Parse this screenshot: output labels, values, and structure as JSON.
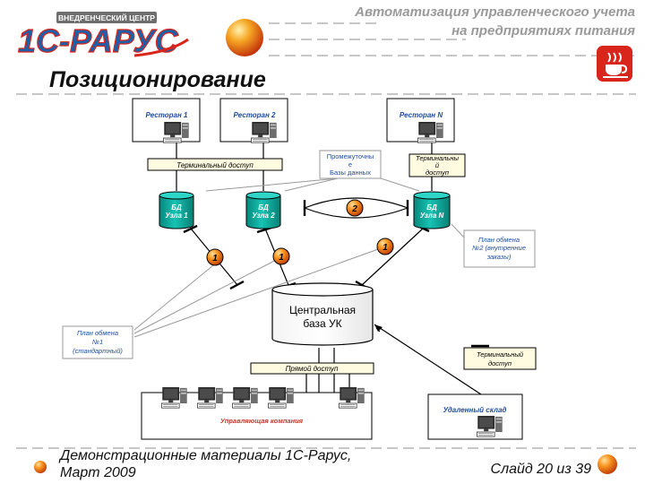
{
  "header": {
    "logo_banner": "ВНЕДРЕНЧЕСКИЙ ЦЕНТР",
    "logo_text": "1С-РАРУС",
    "tagline_line1": "Автоматизация управленческого учета",
    "tagline_line2": "на предприятиях питания",
    "title": "Позиционирование"
  },
  "diagram": {
    "restaurants": [
      "Ресторан 1",
      "Ресторан 2",
      "Ресторан N"
    ],
    "terminal_access_top": "Терминальный доступ",
    "terminal_access_right": [
      "Терминальны",
      "й",
      "доступ"
    ],
    "intermediate_db": [
      "Промежуточны",
      "е",
      "Базы данных"
    ],
    "node_dbs": [
      [
        "БД",
        "Узла 1"
      ],
      [
        "БД",
        "Узла 2"
      ],
      [
        "БД",
        "Узла N"
      ]
    ],
    "central_db": [
      "Центральная",
      "база УК"
    ],
    "badges": [
      "1",
      "1",
      "1",
      "2"
    ],
    "exchange_plan_1": [
      "План обмена",
      "№1",
      "(стандартный)"
    ],
    "exchange_plan_2": [
      "План обмена",
      "№2 (внутренние",
      "заказы)"
    ],
    "terminal_access_remote": [
      "Терминальный",
      "доступ"
    ],
    "direct_access": "Прямой доступ",
    "management_company": "Управляющая компания",
    "remote_warehouse": "Удаленный склад"
  },
  "footer": {
    "line1": "Демонстрационные материалы 1С-Рарус,",
    "line2": "Март 2009",
    "slide": "Слайд 20 из 39"
  },
  "colors": {
    "brand_blue": "#1f5fa8",
    "brand_red": "#d9261c",
    "accent_orange": "#f07a1a",
    "db_teal": "#0aa598"
  },
  "icons": [
    "computer-icon",
    "coffee-cup-icon",
    "orange-ball-icon"
  ]
}
